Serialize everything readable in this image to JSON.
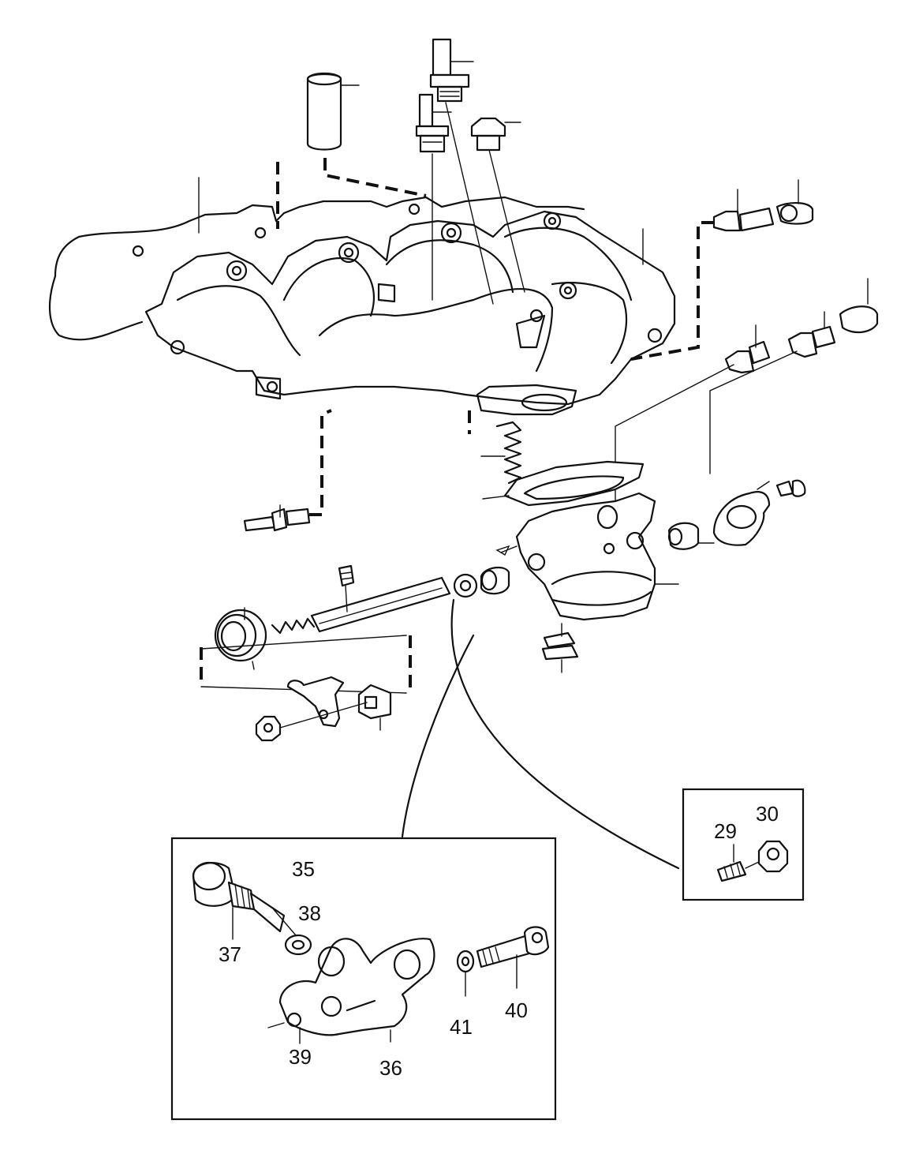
{
  "callouts": {
    "c29": "29",
    "c30": "30",
    "c35": "35",
    "c36": "36",
    "c37": "37",
    "c38": "38",
    "c39": "39",
    "c40": "40",
    "c41": "41"
  }
}
